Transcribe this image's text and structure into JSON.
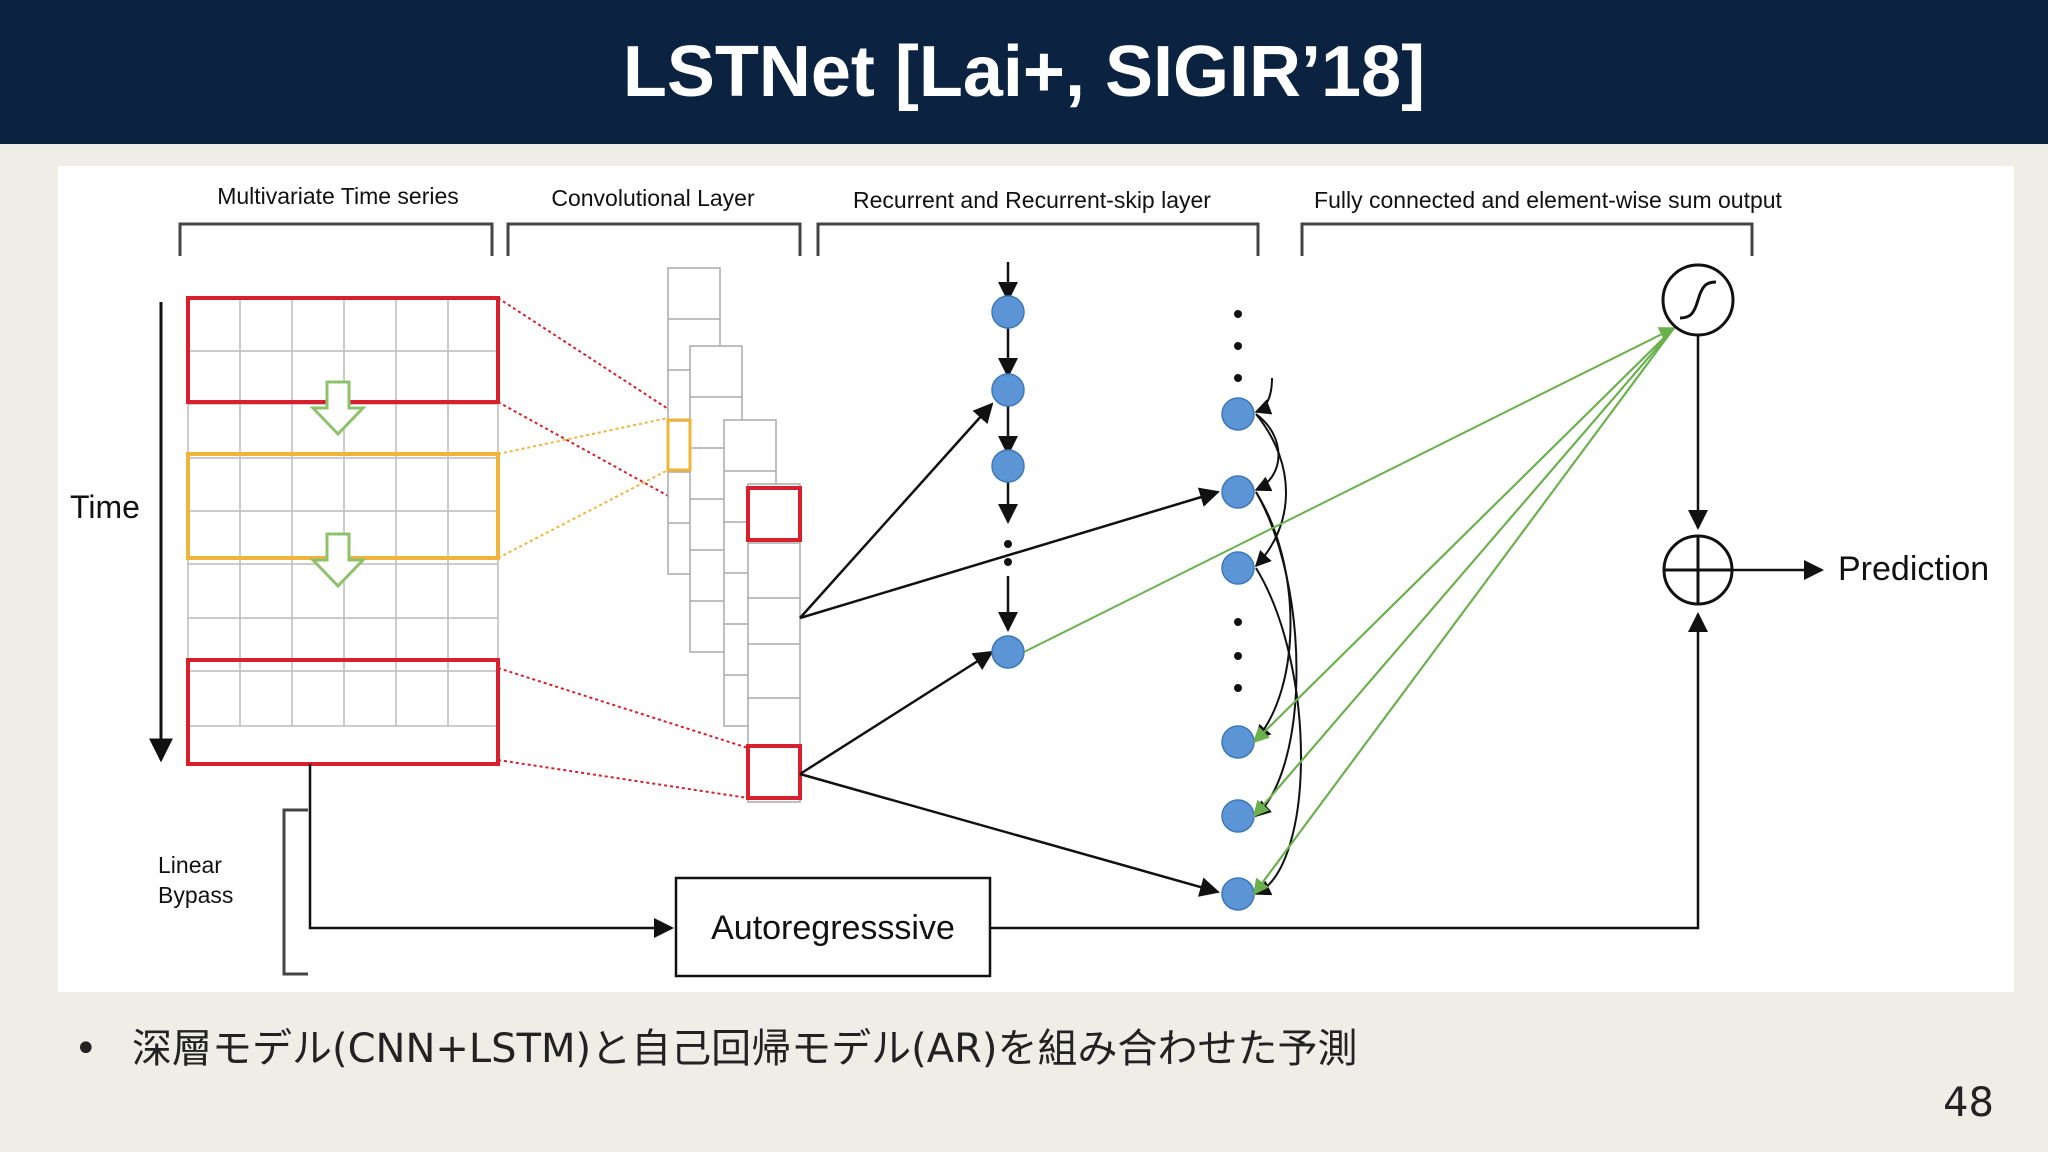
{
  "slide": {
    "title": "LSTNet [Lai+, SIGIR’18]",
    "bullet": "深層モデル(CNN+LSTM)と自己回帰モデル(AR)を組み合わせた予測",
    "bullet_marker": "•",
    "page_number": "48"
  },
  "diagram": {
    "section_labels": {
      "input": "Multivariate Time series",
      "conv": "Convolutional Layer",
      "recurrent": "Recurrent and Recurrent-skip layer",
      "output": "Fully connected and element-wise sum output"
    },
    "time_label": "Time",
    "bypass_label_line1": "Linear",
    "bypass_label_line2": "Bypass",
    "ar_label": "Autoregresssive",
    "prediction_label": "Prediction",
    "colors": {
      "window_red": "#d8202c",
      "window_orange": "#f1b43a",
      "node_blue": "#5b95d6",
      "arrow_green": "#6ab04c",
      "down_arrow_green": "#8cc36a",
      "grid": "#bbbbbb"
    }
  }
}
